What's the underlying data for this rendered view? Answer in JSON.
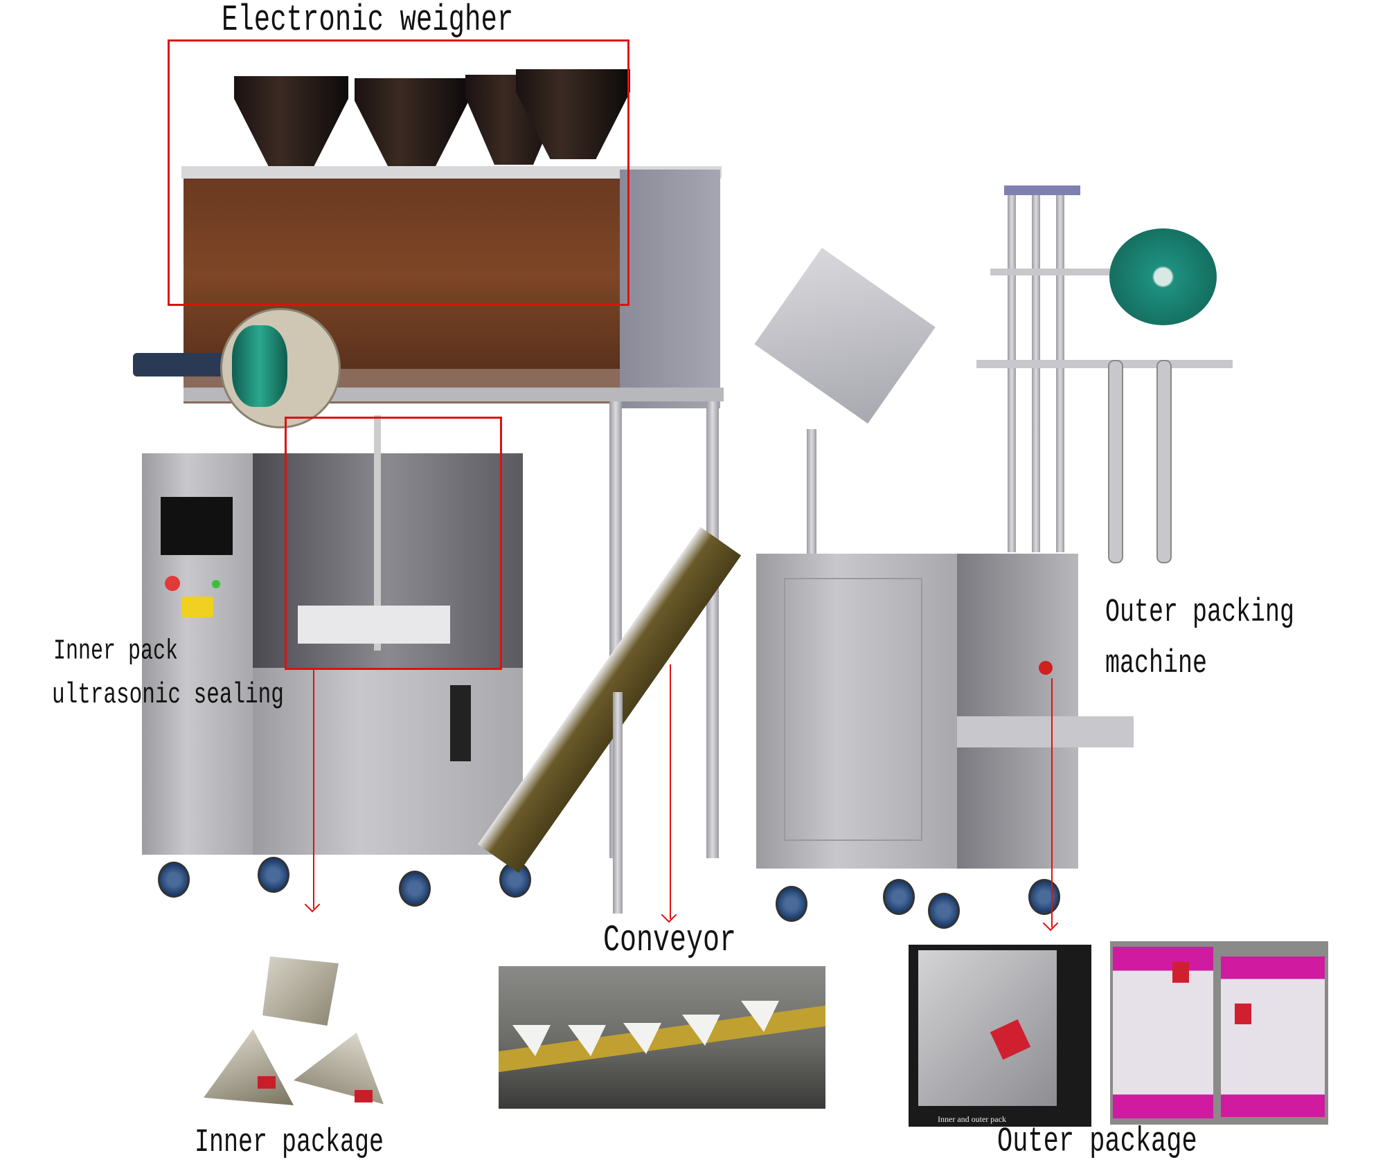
{
  "labels": {
    "electronic_weigher": "Electronic weigher",
    "inner_pack_line1": "Inner pack",
    "inner_pack_line2": "ultrasonic sealing",
    "outer_packing_line1": "Outer packing",
    "outer_packing_line2": "machine",
    "conveyor": "Conveyor",
    "inner_package": "Inner package",
    "outer_package": "Outer package"
  },
  "photos": {
    "outer_pack_caption": "Inner and outer pack"
  },
  "colors": {
    "highlight": "#e01010",
    "weigher_panel": "#7a3a1a",
    "film_roll": "#1f8a78",
    "outer_bag": "#d01aa0"
  }
}
